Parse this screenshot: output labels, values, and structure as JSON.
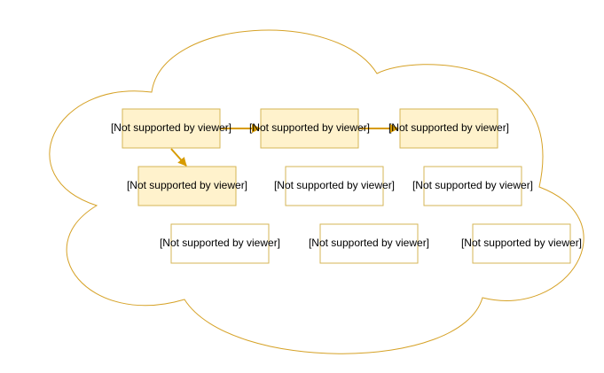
{
  "diagram": {
    "colors": {
      "cloud_stroke": "#d6a227",
      "box_fill_highlight": "#fff2cc",
      "box_stroke": "#d6b656",
      "box_fill_plain": "#ffffff",
      "arrow": "#d79b00",
      "text": "#000000"
    },
    "nodes": [
      {
        "id": "n1",
        "label": "[Not supported by viewer]",
        "highlighted": true
      },
      {
        "id": "n2",
        "label": "[Not supported by viewer]",
        "highlighted": true
      },
      {
        "id": "n3",
        "label": "[Not supported by viewer]",
        "highlighted": true
      },
      {
        "id": "n4",
        "label": "[Not supported by viewer]",
        "highlighted": true
      },
      {
        "id": "n5",
        "label": "[Not supported by viewer]",
        "highlighted": false
      },
      {
        "id": "n6",
        "label": "[Not supported by viewer]",
        "highlighted": false
      },
      {
        "id": "n7",
        "label": "[Not supported by viewer]",
        "highlighted": false
      },
      {
        "id": "n8",
        "label": "[Not supported by viewer]",
        "highlighted": false
      },
      {
        "id": "n9",
        "label": "[Not supported by viewer]",
        "highlighted": false
      }
    ],
    "edges": [
      {
        "from": "n1",
        "to": "n2"
      },
      {
        "from": "n2",
        "to": "n3"
      },
      {
        "from": "n1",
        "to": "n4"
      }
    ]
  }
}
